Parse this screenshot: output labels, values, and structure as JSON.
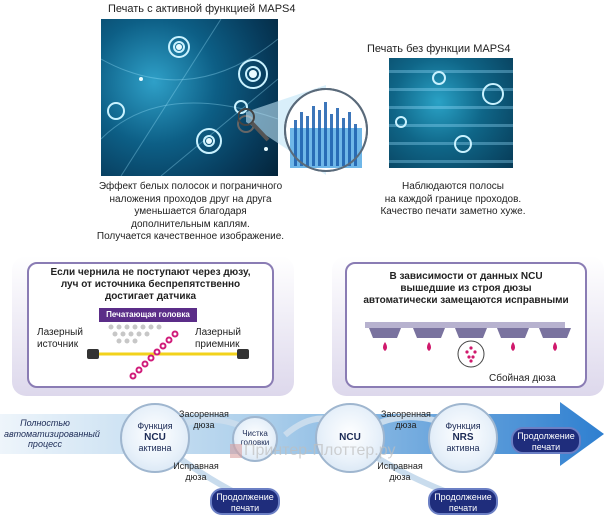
{
  "top": {
    "left_title": "Печать с активной функцией MAPS4",
    "right_title": "Печать без функции MAPS4",
    "left_caption": [
      "Эффект белых полосок и пограничного",
      "наложения проходов друг на друга",
      "уменьшается благодаря",
      "дополнительным каплям.",
      "Получается качественное изображение."
    ],
    "right_caption": [
      "Наблюдаются полосы",
      "на каждой границе проходов.",
      "Качество печати заметно хуже."
    ]
  },
  "left_panel": {
    "heading": [
      "Если чернила не поступают через дюзу,",
      "луч от источника беспрепятственно",
      "достигает датчика"
    ],
    "head_label": "Печатающая головка",
    "laser_source": [
      "Лазерный",
      "источник"
    ],
    "laser_receiver": [
      "Лазерный",
      "приемник"
    ]
  },
  "right_panel": {
    "heading": [
      "В зависимости от данных NCU",
      "вышедшие из строя дюзы",
      "автоматически замещаются исправными"
    ],
    "faulty_label": "Сбойная дюза"
  },
  "flow": {
    "start_label": [
      "Полностью",
      "автоматизированный",
      "процесс"
    ],
    "node1": [
      "Функция",
      "NCU",
      "активна"
    ],
    "clogged1": [
      "Засоренная",
      "дюза"
    ],
    "good1": [
      "Исправная",
      "дюза"
    ],
    "node2": [
      "Чистка",
      "головки"
    ],
    "node3": "NCU",
    "clogged2": [
      "Засоренная",
      "дюза"
    ],
    "good2": [
      "Исправная",
      "дюза"
    ],
    "node4": [
      "Функция",
      "NRS",
      "активна"
    ],
    "continue_main": [
      "Продолжение",
      "печати"
    ],
    "continue_1": [
      "Продолжение",
      "печати"
    ],
    "continue_2": [
      "Продолжение",
      "печати"
    ],
    "watermark": "Принтер-Плоттер.ру"
  }
}
